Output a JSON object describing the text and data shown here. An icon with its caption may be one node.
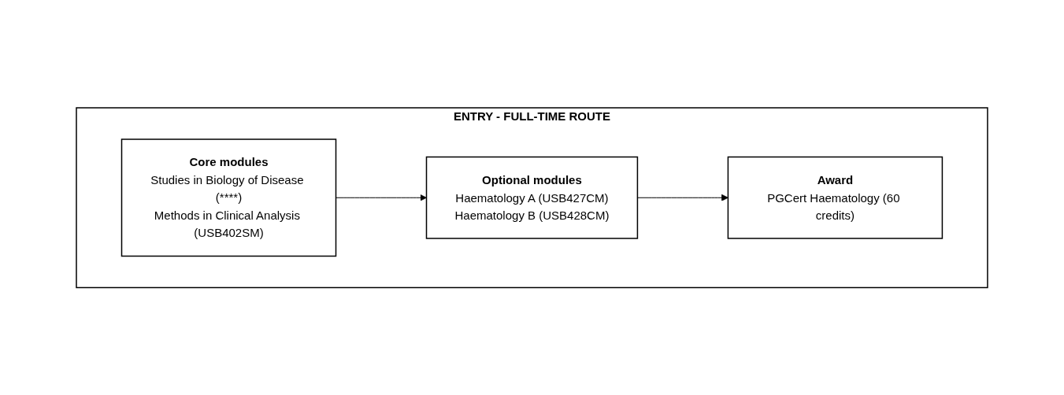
{
  "diagram": {
    "nodes": [
      {
        "text": [
          "ENTRY - FULL-TIME ROUTE"
        ]
      },
      {
        "text": [
          "Core modules",
          "Studies in Biology of Disease (****)",
          "Methods in Clinical Analysis (USB402SM)"
        ],
        "in": 0
      },
      {
        "text": [
          "Optional modules",
          "Haematology A (USB427CM)",
          "Haematology B (USB428CM)"
        ],
        "in": 0
      },
      {
        "text": [
          "Award",
          "PGCert Haematology (60 credits)"
        ],
        "in": 0
      }
    ],
    "edges": [
      {
        "from": 1,
        "to": 2,
        "arrow": "to"
      },
      {
        "from": 2,
        "to": 3,
        "arrow": "to"
      }
    ]
  }
}
